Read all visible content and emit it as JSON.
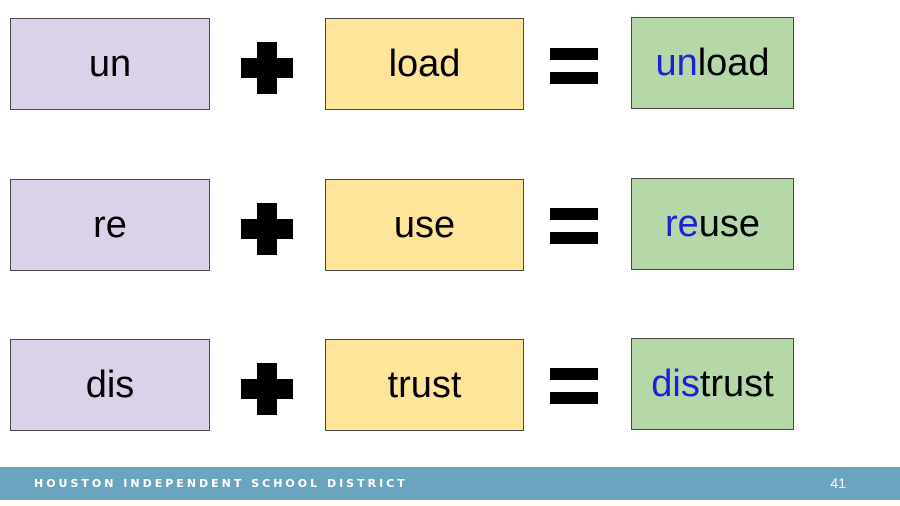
{
  "equations": [
    {
      "prefix": "un",
      "base": "load",
      "result_prefix": "un",
      "result_rest": "load"
    },
    {
      "prefix": "re",
      "base": "use",
      "result_prefix": "re",
      "result_rest": "use"
    },
    {
      "prefix": "dis",
      "base": "trust",
      "result_prefix": "dis",
      "result_rest": "trust"
    }
  ],
  "footer": {
    "organization": "HOUSTON INDEPENDENT SCHOOL DISTRICT",
    "page_number": "41"
  },
  "colors": {
    "prefix_box": "#d9d2e9",
    "base_box": "#ffe59a",
    "result_box": "#b6d7a8",
    "prefix_highlight": "#1f1fd6",
    "footer_bar": "#6aa4bf"
  }
}
